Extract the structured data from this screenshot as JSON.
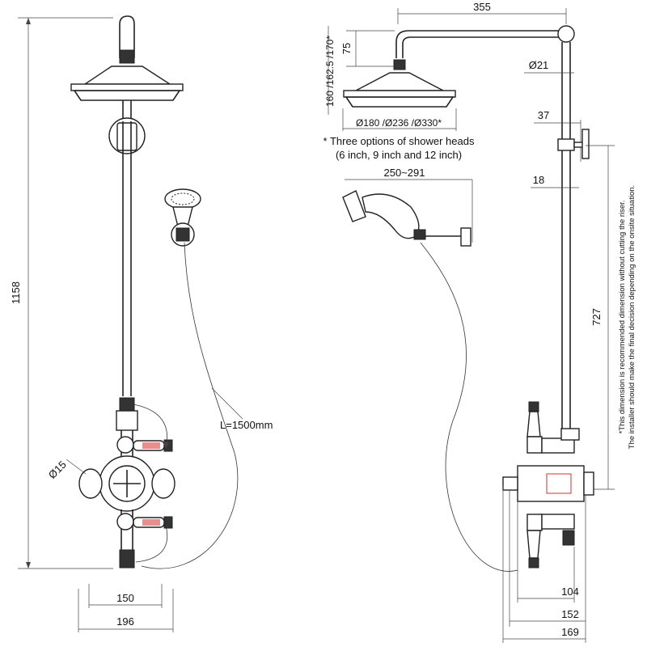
{
  "dimensions": {
    "total_height": "1158",
    "diameter_15": "Ø15",
    "hose_length": "L=1500mm",
    "spacing_150": "150",
    "width_196": "196",
    "projection_355": "355",
    "drop_75": "75",
    "head_heights": "160 /162.5 /170*",
    "head_diameters": "Ø180 /Ø236 /Ø330*",
    "riser_diameter": "Ø21",
    "bracket_37": "37",
    "bracket_18": "18",
    "handset_reach": "250~291",
    "riser_727": "727",
    "depth_104": "104",
    "depth_152": "152",
    "depth_169": "169"
  },
  "notes": {
    "shower_heads_line1": "* Three options of shower heads",
    "shower_heads_line2": "(6 inch, 9 inch and 12 inch)",
    "riser_note_line1": "*This dimension is recommended dimension without cutting the riser.",
    "riser_note_line2": "The installer should make the final decision depending on the onsite situation."
  },
  "colors": {
    "line": "#222222",
    "handle_accent": "#d9534f"
  }
}
